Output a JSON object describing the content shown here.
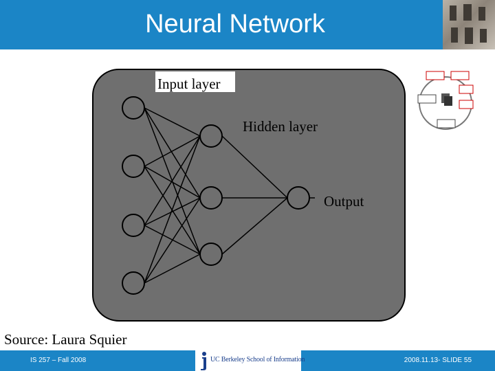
{
  "header": {
    "title": "Neural Network"
  },
  "diagram": {
    "labels": {
      "input": "Input layer",
      "hidden": "Hidden layer",
      "output": "Output"
    },
    "layers": {
      "input_nodes": 4,
      "hidden_nodes": 3,
      "output_nodes": 1
    },
    "panel_color": "#6f6f6f"
  },
  "source": "Source: Laura Squier",
  "footer": {
    "left": "IS 257 – Fall 2008",
    "center": "UC Berkeley School of Information",
    "right": "2008.11.13- SLIDE 55"
  },
  "colors": {
    "accent": "#1b85c6"
  }
}
